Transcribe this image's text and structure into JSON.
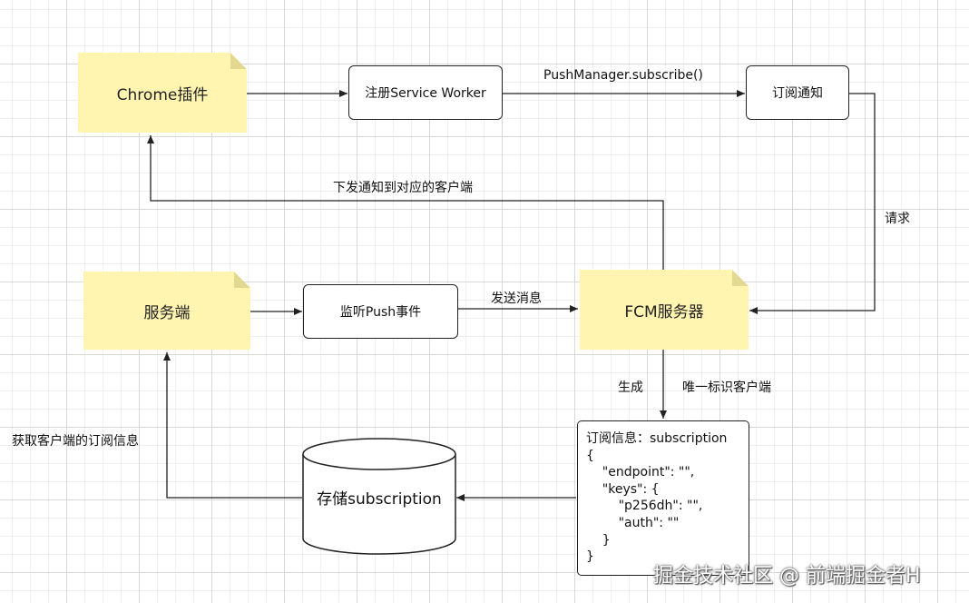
{
  "nodes": {
    "chrome_plugin": "Chrome插件",
    "register_sw": "注册Service Worker",
    "subscribe_notify": "订阅通知",
    "server": "服务端",
    "listen_push": "监听Push事件",
    "fcm_server": "FCM服务器",
    "storage": "存储subscription"
  },
  "edge_labels": {
    "push_manager": "PushManager.subscribe()",
    "deliver": "下发通知到对应的客户端",
    "request": "请求",
    "send_message": "发送消息",
    "generate": "生成",
    "unique_id": "唯一标识客户端",
    "get_info": "获取客户端的订阅信息"
  },
  "subscription_info": {
    "title": "订阅信息：subscription",
    "lines": [
      "{",
      "    \"endpoint\": \"\",",
      "    \"keys\": {",
      "        \"p256dh\": \"\",",
      "        \"auth\": \"\"",
      "    }",
      "}"
    ]
  },
  "watermark": "掘金技术社区 @ 前端掘金者H",
  "colors": {
    "note": "#fff5b0",
    "line": "#222222",
    "grid": "#d9d9d9"
  }
}
